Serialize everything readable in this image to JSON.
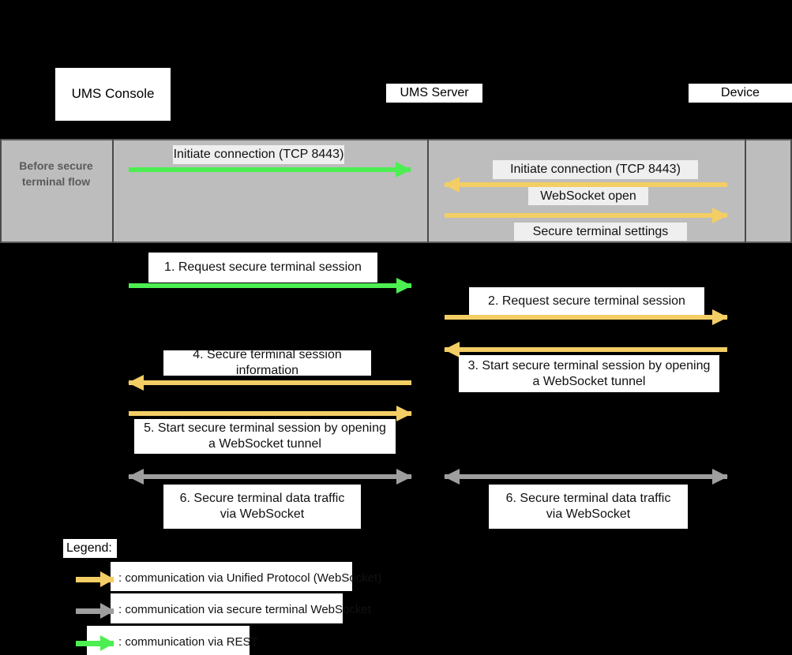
{
  "actors": {
    "console": "UMS Console",
    "server": "UMS Server",
    "device": "Device"
  },
  "band": {
    "label": "Before secure terminal flow",
    "messages": [
      {
        "text": "Initiate connection (TCP 8443)",
        "color": "#4cee51",
        "direction": "right",
        "lane": "console-server"
      },
      {
        "text": "Initiate connection (TCP 8443)",
        "color": "#f3ce64",
        "direction": "left",
        "lane": "server-device"
      },
      {
        "text": "WebSocket open",
        "color": "#f3ce64",
        "direction": "right",
        "lane": "server-device"
      },
      {
        "text": "Secure terminal settings",
        "color": "#f3ce64",
        "direction": "right",
        "lane": "server-device"
      }
    ]
  },
  "flow": {
    "steps": [
      {
        "num": "1.",
        "text": "1.   Request secure terminal session",
        "color": "#4cee51",
        "direction": "right",
        "lane": "console-server"
      },
      {
        "num": "2.",
        "text": "2.   Request secure terminal session",
        "color": "#f3ce64",
        "direction": "right",
        "lane": "server-device"
      },
      {
        "num": "3.",
        "text": "3.   Start secure terminal session by opening a WebSocket tunnel",
        "color": "#f3ce64",
        "direction": "left",
        "lane": "server-device"
      },
      {
        "num": "4.",
        "text": "4.   Secure terminal session information",
        "color": "#f3ce64",
        "direction": "left",
        "lane": "console-server"
      },
      {
        "num": "5.",
        "text": "5.   Start secure terminal session by opening a WebSocket tunnel",
        "color": "#f3ce64",
        "direction": "right",
        "lane": "console-server"
      },
      {
        "num": "6.",
        "text": "6.   Secure terminal data traffic via WebSocket",
        "color": "#9e9e9e",
        "direction": "both",
        "lane": "console-server"
      },
      {
        "num": "6.",
        "text": "6.   Secure terminal data traffic via WebSocket",
        "color": "#9e9e9e",
        "direction": "both",
        "lane": "server-device"
      }
    ]
  },
  "legend": {
    "title": "Legend:",
    "entries": [
      {
        "text": ": communication via Unified Protocol (WebSocket)",
        "color": "#f3ce64",
        "icon": "arrow-right-icon"
      },
      {
        "text": ": communication via secure terminal WebSocket",
        "color": "#9e9e9e",
        "icon": "arrow-right-icon"
      },
      {
        "text": ": communication via REST",
        "color": "#4cee51",
        "icon": "arrow-right-icon"
      }
    ]
  },
  "colors": {
    "background": "#000000",
    "band": "#bdbdbd",
    "plate_on_band": "#efefef",
    "plate_on_black": "#ffffff",
    "unified_protocol": "#f3ce64",
    "secure_terminal": "#9e9e9e",
    "rest": "#4cee51"
  }
}
